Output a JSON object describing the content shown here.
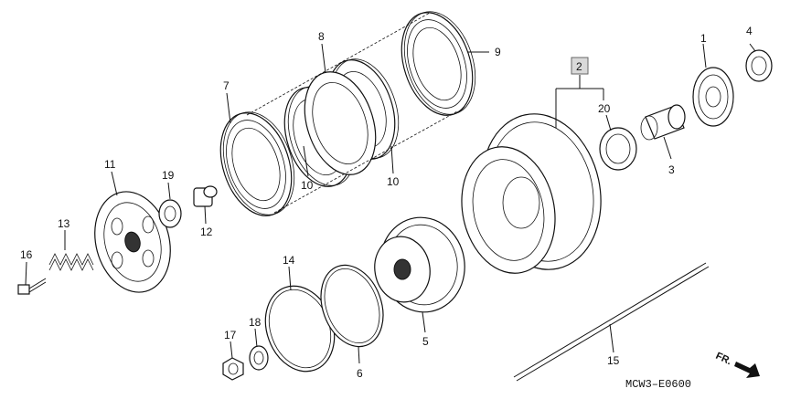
{
  "diagram": {
    "callouts": [
      "1",
      "2",
      "3",
      "4",
      "5",
      "6",
      "7",
      "8",
      "9",
      "10",
      "10",
      "11",
      "12",
      "13",
      "14",
      "15",
      "16",
      "17",
      "18",
      "19",
      "20"
    ],
    "code": "MCW3–E0600",
    "direction_label": "FR."
  }
}
